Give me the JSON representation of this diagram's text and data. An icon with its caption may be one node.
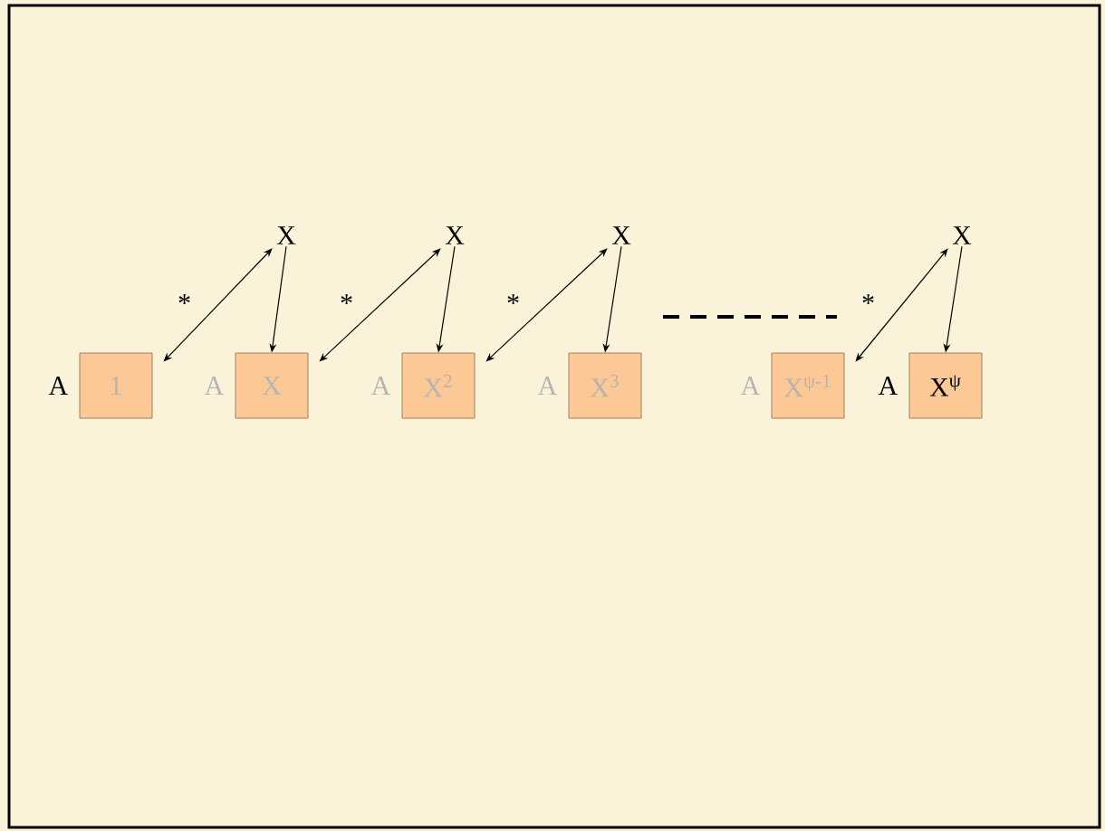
{
  "diagram": {
    "nodes": [
      {
        "text": [
          "X"
        ]
      },
      {
        "text": [
          "X"
        ]
      },
      {
        "text": [
          "X"
        ]
      },
      {
        "text": [
          "X"
        ]
      },
      {
        "text": [
          "1"
        ],
        "beside": [
          "A"
        ]
      },
      {
        "text": [
          "X"
        ],
        "beside": [
          "A"
        ]
      },
      {
        "text": [
          "X$^{2}$"
        ],
        "beside": [
          "A"
        ]
      },
      {
        "text": [
          "X$^{3}$"
        ],
        "beside": [
          "A"
        ]
      },
      {
        "text": [
          "X$^{ψ-1}$"
        ],
        "beside": [
          "A"
        ]
      },
      {
        "text": [
          "X$^{ψ}$"
        ],
        "beside": [
          "A"
        ]
      }
    ],
    "edges": [
      {
        "from": 0,
        "to": 4,
        "arrow": "both",
        "label": "*"
      },
      {
        "from": 0,
        "to": 5,
        "arrow": "to"
      },
      {
        "from": 1,
        "to": 5,
        "arrow": "both",
        "label": "*"
      },
      {
        "from": 1,
        "to": 6,
        "arrow": "to"
      },
      {
        "from": 2,
        "to": 6,
        "arrow": "both",
        "label": "*"
      },
      {
        "from": 2,
        "to": 7,
        "arrow": "to"
      },
      {
        "from": 3,
        "to": 8,
        "arrow": "both",
        "label": "*"
      },
      {
        "from": 3,
        "to": 9,
        "arrow": "to"
      }
    ]
  }
}
